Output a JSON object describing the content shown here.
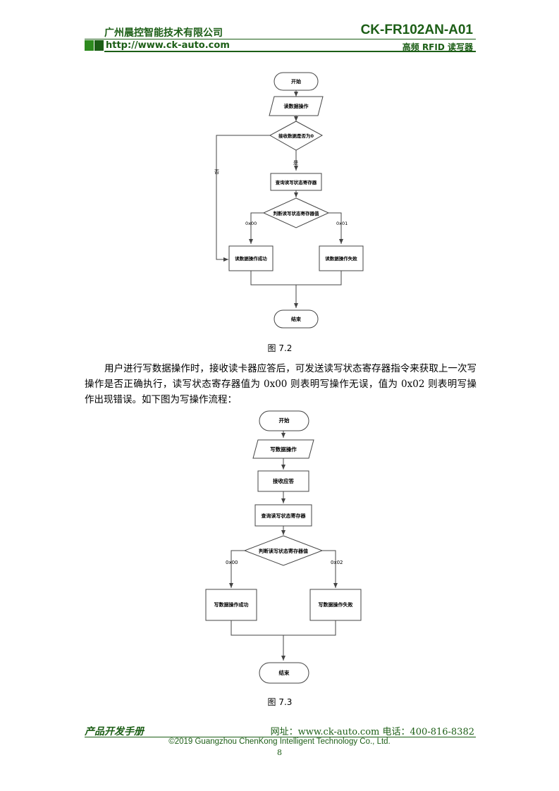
{
  "header": {
    "company": "广州晨控智能技术有限公司",
    "model": "CK-FR102AN-A01",
    "url": "http://www.ck-auto.com",
    "subtitle": "高频 RFID 读写器"
  },
  "figure_7_2": {
    "start": "开始",
    "read_op": "读数据操作",
    "decision_recv": "接收数据是否为0",
    "label_yes": "是",
    "label_no": "否",
    "query": "查询读写状态寄存器",
    "decision_status": "判断读写状态寄存器值",
    "label_00": "0x00",
    "label_01": "0x01",
    "success": "读数据操作成功",
    "fail": "读数据操作失败",
    "end": "结束",
    "caption": "图  7.2"
  },
  "paragraph": "用户进行写数据操作时，接收读卡器应答后，可发送读写状态寄存器指令来获取上一次写操作是否正确执行，读写状态寄存器值为 0x00 则表明写操作无误，值为 0x02 则表明写操作出现错误。如下图为写操作流程：",
  "figure_7_3": {
    "start": "开始",
    "write_op": "写数据操作",
    "recv_ack": "接收应答",
    "query": "查询读写状态寄存器",
    "decision_status": "判断读写状态寄存器值",
    "label_00": "0x00",
    "label_02": "0x02",
    "success": "写数据操作成功",
    "fail": "写数据操作失败",
    "end": "结束",
    "caption": "图  7.3"
  },
  "footer": {
    "left": "产品开发手册",
    "contact": "网址：www.ck-auto.com   电话：400-816-8382",
    "copyright": "©2019 Guangzhou ChenKong Intelligent Technology Co., Ltd.",
    "page": "8"
  }
}
